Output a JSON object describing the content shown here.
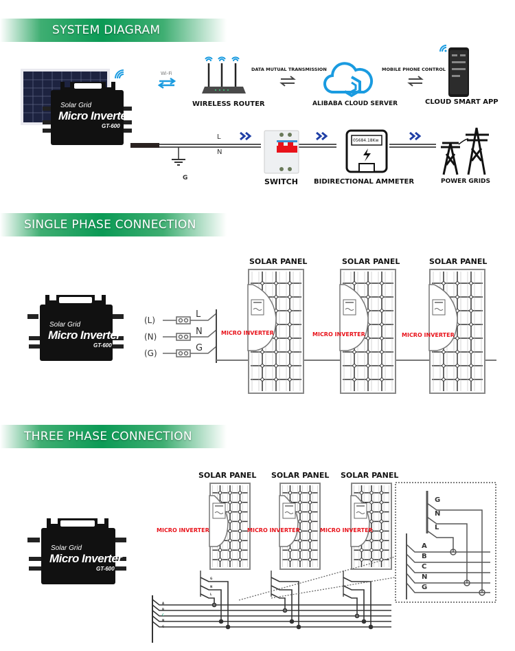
{
  "sections": {
    "system": {
      "title": "SYSTEM DIAGRAM"
    },
    "single": {
      "title": "SINGLE PHASE CONNECTION"
    },
    "three": {
      "title": "THREE PHASE CONNECTION"
    }
  },
  "inverter": {
    "line1": "Solar Grid",
    "line2": "Micro Inverter",
    "model": "GT-600"
  },
  "system_diagram": {
    "wifi_label": "Wi-Fi",
    "router_label": "WIRELESS ROUTER",
    "data_transmission_label": "DATA MUTUAL TRANSMISSION",
    "cloud_label": "ALIBABA CLOUD SERVER",
    "phone_control_label": "MOBILE PHONE CONTROL",
    "app_label": "CLOUD SMART APP",
    "line_L": "L",
    "line_N": "N",
    "ground": "G",
    "switch_label": "SWITCH",
    "meter_label": "BIDIRECTIONAL AMMETER",
    "meter_reading": "05684.18Kw",
    "grid_label": "POWER GRIDS"
  },
  "single_phase": {
    "terminals": [
      {
        "paren": "(L)",
        "label": "L"
      },
      {
        "paren": "(N)",
        "label": "N"
      },
      {
        "paren": "(G)",
        "label": "G"
      }
    ],
    "panels": [
      {
        "title": "SOLAR PANEL",
        "inverter_label": "MICRO INVERTER"
      },
      {
        "title": "SOLAR PANEL",
        "inverter_label": "MICRO INVERTER"
      },
      {
        "title": "SOLAR PANEL",
        "inverter_label": "MICRO INVERTER"
      }
    ]
  },
  "three_phase": {
    "panels": [
      {
        "title": "SOLAR PANEL",
        "inverter_label": "MICRO INVERTER"
      },
      {
        "title": "SOLAR PANEL",
        "inverter_label": "MICRO INVERTER"
      },
      {
        "title": "SOLAR PANEL",
        "inverter_label": "MICRO INVERTER"
      }
    ],
    "inset_top": [
      "G",
      "N",
      "L"
    ],
    "inset_bus": [
      "A",
      "B",
      "C",
      "N",
      "G"
    ],
    "bus_small": [
      "A",
      "B",
      "C",
      "N",
      "G"
    ],
    "panel_small": [
      "G",
      "N",
      "L"
    ]
  },
  "colors": {
    "banner_green": "#0b9a55",
    "accent_blue": "#1a9be0",
    "arrow_blue": "#1f3fa6",
    "label_red": "#e8121a",
    "switch_red": "#e8121a"
  }
}
